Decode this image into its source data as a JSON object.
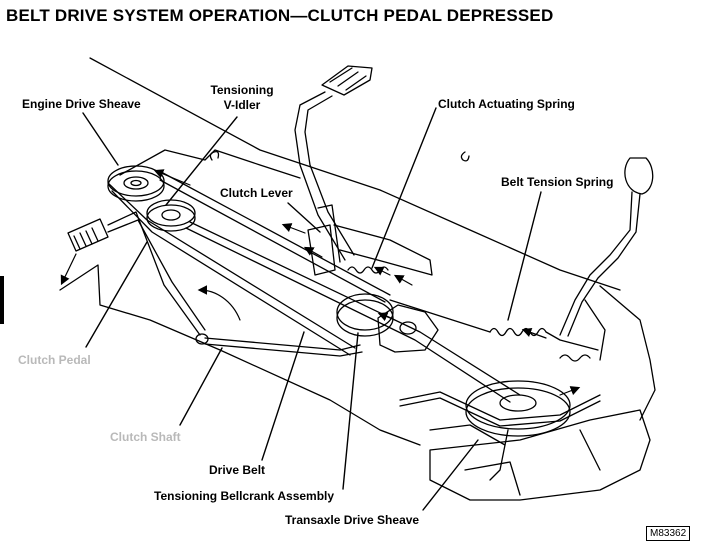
{
  "title": "BELT DRIVE SYSTEM OPERATION—CLUTCH PEDAL DEPRESSED",
  "labels": {
    "engine_drive_sheave": "Engine Drive Sheave",
    "tensioning_v_idler_line1": "Tensioning",
    "tensioning_v_idler_line2": "V-Idler",
    "clutch_actuating_spring": "Clutch Actuating Spring",
    "belt_tension_spring": "Belt Tension Spring",
    "clutch_lever": "Clutch Lever",
    "clutch_pedal": "Clutch Pedal",
    "clutch_shaft": "Clutch Shaft",
    "drive_belt": "Drive Belt",
    "tensioning_bellcrank_assembly": "Tensioning Bellcrank Assembly",
    "transaxle_drive_sheave": "Transaxle Drive Sheave"
  },
  "figure_code": "M83362",
  "colors": {
    "ink": "#000000",
    "grey_label": "#b9b9b9",
    "background": "#ffffff"
  }
}
